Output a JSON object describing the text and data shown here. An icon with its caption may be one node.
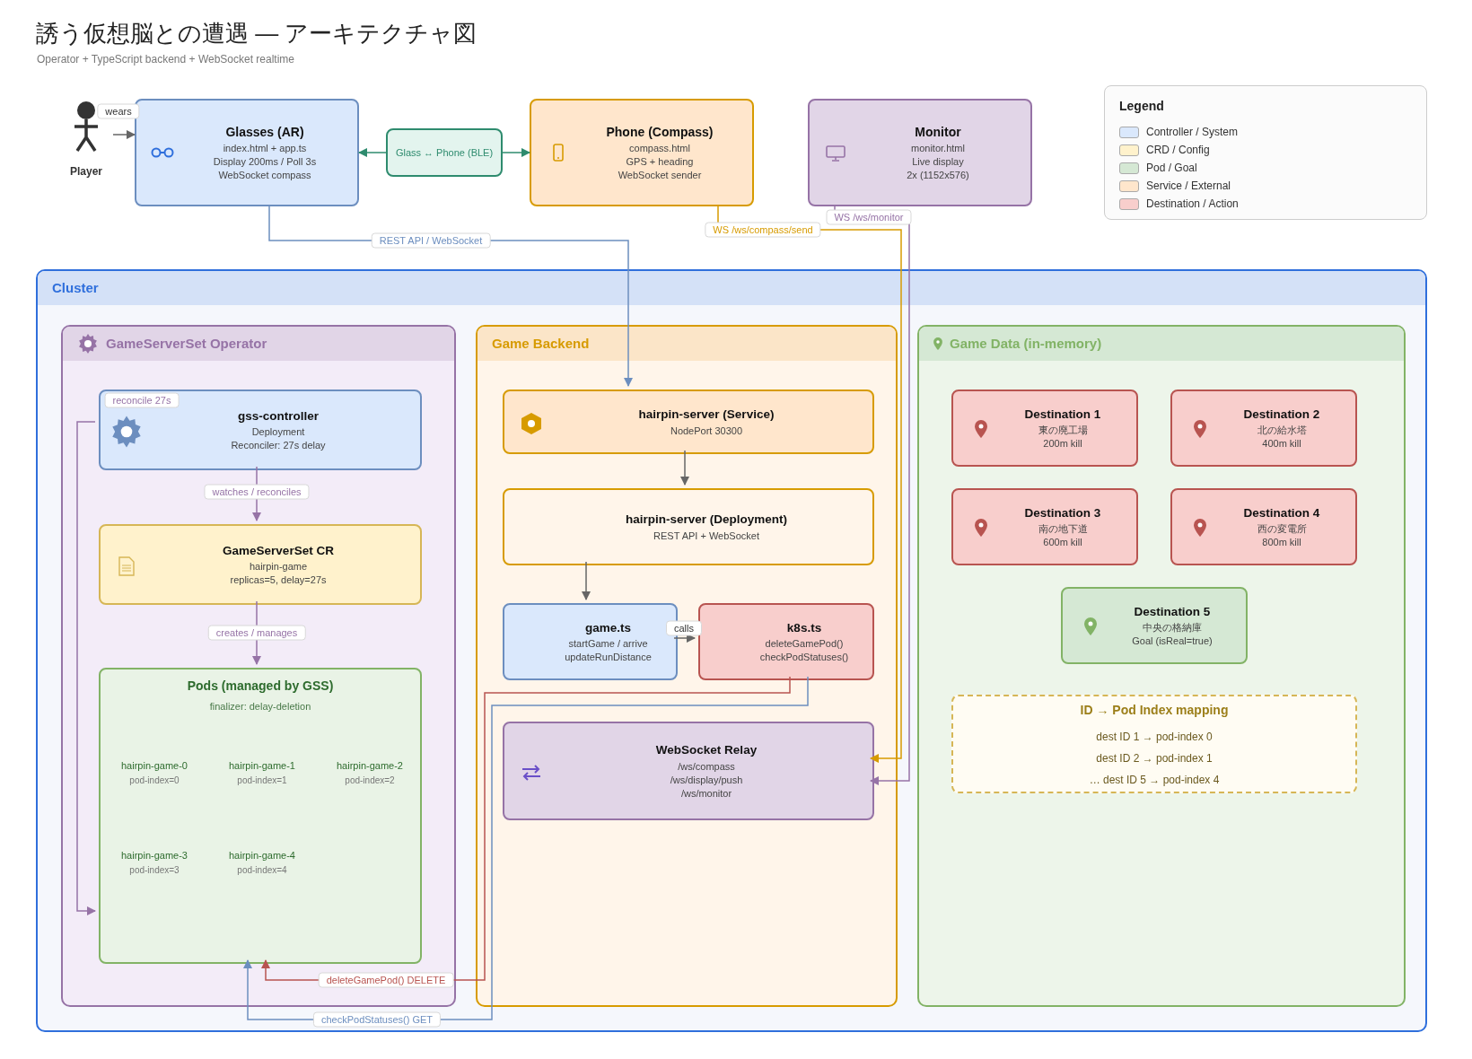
{
  "diagram": {
    "title": "誘う仮想脳との遭遇 — アーキテクチャ図",
    "caption": "Operator + TypeScript backend + WebSocket realtime",
    "nodes": [
      {
        "text": [
          "Player"
        ]
      },
      {
        "text": [
          "Glasses (AR)",
          "index.html + app.ts",
          "Display 200ms / Poll 3s",
          "WebSocket compass"
        ]
      },
      {
        "text": [
          "Glass ↔ Phone (BLE)"
        ]
      },
      {
        "text": [
          "Phone (Compass)",
          "compass.html",
          "GPS + heading",
          "WebSocket sender"
        ]
      },
      {
        "text": [
          "Monitor",
          "monitor.html",
          "Live display",
          "2x (1152x576)"
        ]
      },
      {
        "text": [
          "Cluster"
        ]
      },
      {
        "text": [
          "GameServerSet Operator"
        ],
        "in": 5
      },
      {
        "text": [
          "Game Backend"
        ],
        "in": 5
      },
      {
        "text": [
          "Game Data (in-memory)"
        ],
        "in": 5
      },
      {
        "text": [
          "gss-controller",
          "Deployment",
          "Reconciler: 27s delay"
        ],
        "in": 6
      },
      {
        "text": [
          "GameServerSet CR",
          "hairpin-game",
          "replicas=5, delay=27s"
        ],
        "in": 6
      },
      {
        "text": [
          "Pods (managed by GSS)",
          "finalizer: delay-deletion"
        ],
        "in": 6
      },
      {
        "text": [
          "hairpin-game-0",
          "pod-index=0"
        ],
        "in": 11
      },
      {
        "text": [
          "hairpin-game-1",
          "pod-index=1"
        ],
        "in": 11
      },
      {
        "text": [
          "hairpin-game-2",
          "pod-index=2"
        ],
        "in": 11
      },
      {
        "text": [
          "hairpin-game-3",
          "pod-index=3"
        ],
        "in": 11
      },
      {
        "text": [
          "hairpin-game-4",
          "pod-index=4"
        ],
        "in": 11
      },
      {
        "text": [
          "hairpin-server (Service)",
          "NodePort 30300"
        ],
        "in": 7
      },
      {
        "text": [
          "hairpin-server (Deployment)",
          "REST API + WebSocket"
        ],
        "in": 7
      },
      {
        "text": [
          "game.ts",
          "startGame / arrive",
          "updateRunDistance"
        ],
        "in": 7
      },
      {
        "text": [
          "k8s.ts",
          "deleteGamePod()",
          "checkPodStatuses()"
        ],
        "in": 7
      },
      {
        "text": [
          "WebSocket Relay",
          "/ws/compass",
          "/ws/display/push",
          "/ws/monitor"
        ],
        "in": 7
      },
      {
        "text": [
          "Destination 1",
          "東の廃工場",
          "200m kill"
        ],
        "in": 8
      },
      {
        "text": [
          "Destination 2",
          "北の給水塔",
          "400m kill"
        ],
        "in": 8
      },
      {
        "text": [
          "Destination 3",
          "南の地下道",
          "600m kill"
        ],
        "in": 8
      },
      {
        "text": [
          "Destination 4",
          "西の変電所",
          "800m kill"
        ],
        "in": 8
      },
      {
        "text": [
          "Destination 5",
          "中央の格納庫",
          "Goal (isReal=true)"
        ],
        "in": 8
      },
      {
        "text": [
          "ID → Pod Index mapping",
          "dest ID 1 → pod-index 0",
          "dest ID 2 → pod-index 1",
          "… dest ID 5 → pod-index 4"
        ],
        "in": 8
      }
    ],
    "edges": [
      {
        "from": 0,
        "to": 1,
        "arrow": "to",
        "label": "wears"
      },
      {
        "from": 2,
        "to": 1,
        "arrow": "to",
        "color": "#2e8b6e"
      },
      {
        "from": 2,
        "to": 3,
        "arrow": "to",
        "color": "#2e8b6e"
      },
      {
        "from": 1,
        "to": 17,
        "arrow": "to",
        "label": "REST API / WebSocket",
        "color": "#6c8ebf"
      },
      {
        "from": 3,
        "to": 21,
        "arrow": "to",
        "label": "WS /ws/compass/send",
        "color": "#d79b00"
      },
      {
        "from": 4,
        "to": 21,
        "arrow": "to",
        "label": "WS /ws/monitor",
        "color": "#9673a6"
      },
      {
        "from": 9,
        "to": 10,
        "arrow": "to",
        "label": "watches / reconciles",
        "color": "#9673a6"
      },
      {
        "from": 10,
        "to": 11,
        "arrow": "to",
        "label": "creates / manages",
        "color": "#9673a6"
      },
      {
        "from": 9,
        "to": 11,
        "arrow": "to",
        "label": "reconcile 27s",
        "color": "#9673a6"
      },
      {
        "from": 17,
        "to": 18,
        "arrow": "to"
      },
      {
        "from": 18,
        "to": 19,
        "arrow": "to"
      },
      {
        "from": 19,
        "to": 20,
        "arrow": "to",
        "label": "calls"
      },
      {
        "from": 20,
        "to": 11,
        "arrow": "to",
        "label": "deleteGamePod() DELETE",
        "color": "#b85450"
      },
      {
        "from": 20,
        "to": 11,
        "arrow": "to",
        "label": "checkPodStatuses() GET",
        "color": "#6c8ebf"
      }
    ],
    "labels": [
      "Legend"
    ],
    "legend": [
      {
        "text": "Controller / System",
        "color": "#dae8fc"
      },
      {
        "text": "CRD / Config",
        "color": "#fff2cc"
      },
      {
        "text": "Pod / Goal",
        "color": "#d5e8d4"
      },
      {
        "text": "Service / External",
        "color": "#ffe6cc"
      },
      {
        "text": "Destination / Action",
        "color": "#f8cecc"
      }
    ]
  }
}
